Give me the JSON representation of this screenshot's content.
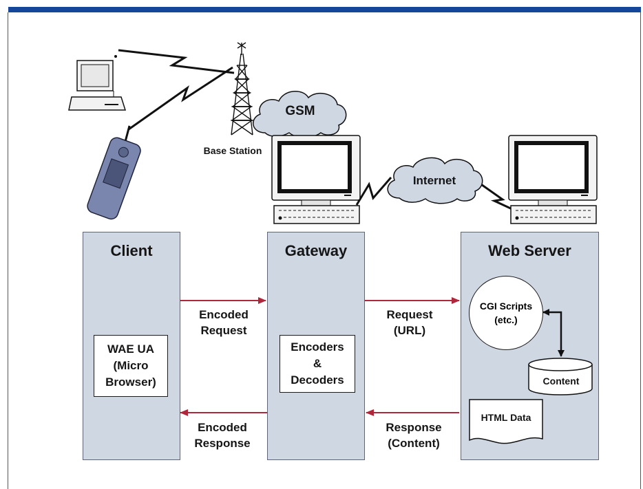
{
  "labels": {
    "gsm": "GSM",
    "internet": "Internet",
    "base_station": "Base Station"
  },
  "panels": {
    "client": {
      "title": "Client",
      "box_lines": [
        "WAE UA",
        "(Micro",
        "Browser)"
      ]
    },
    "gateway": {
      "title": "Gateway",
      "box_lines": [
        "Encoders",
        "&",
        "Decoders"
      ]
    },
    "web_server": {
      "title": "Web Server",
      "cgi_lines": [
        "CGI Scripts",
        "(etc.)"
      ],
      "content": "Content",
      "html_data": "HTML Data"
    }
  },
  "flows": {
    "encoded_request": [
      "Encoded",
      "Request"
    ],
    "request_url": [
      "Request",
      "(URL)"
    ],
    "encoded_response": [
      "Encoded",
      "Response"
    ],
    "response_content": [
      "Response",
      "(Content)"
    ]
  },
  "colors": {
    "top_bar": "#13479a",
    "panel_fill": "#cfd7e3",
    "arrow": "#b0273b"
  },
  "icons": [
    "laptop-icon",
    "mobile-phone-icon",
    "antenna-tower-icon",
    "gsm-cloud-icon",
    "internet-cloud-icon",
    "gateway-computer-icon",
    "web-server-computer-icon",
    "content-database-icon",
    "html-document-icon"
  ]
}
